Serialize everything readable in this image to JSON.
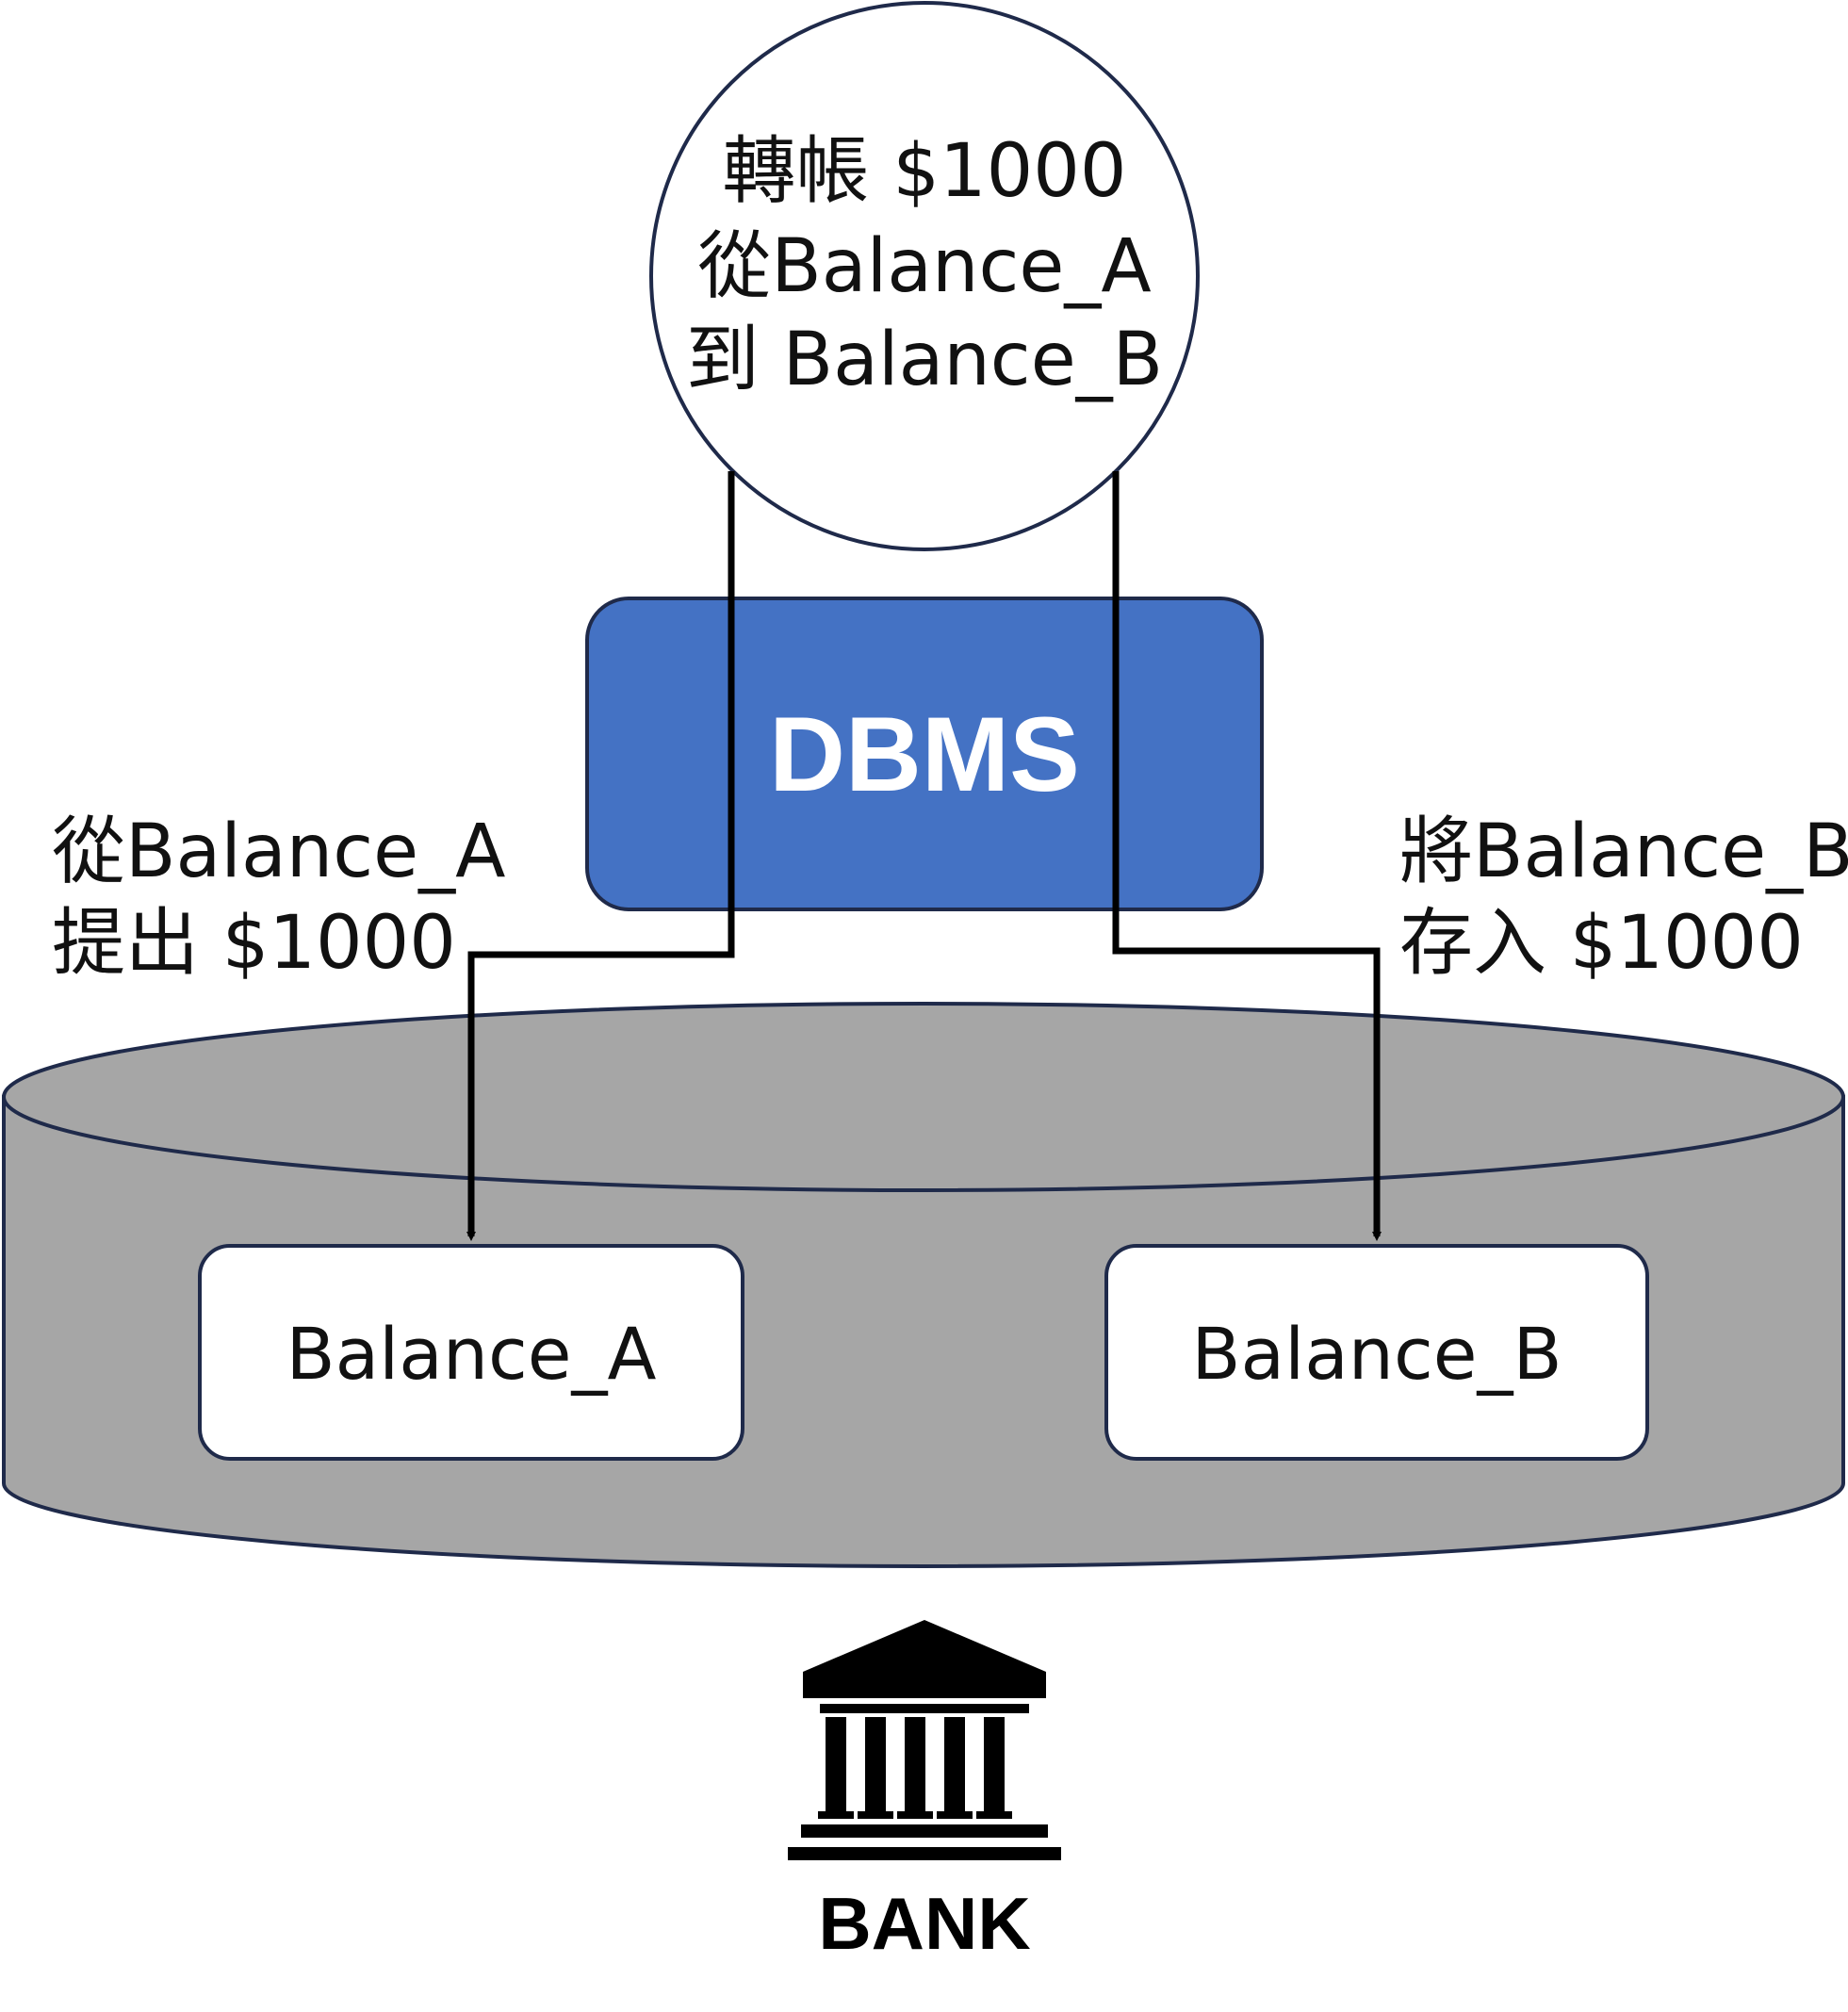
{
  "transfer_node": {
    "lines": [
      "轉帳 $1000",
      "從Balance_A",
      "到 Balance_B"
    ]
  },
  "dbms": {
    "label": "DBMS",
    "color": "#4472C4"
  },
  "left_annotation": {
    "lines": [
      "從Balance_A",
      "提出 $1000"
    ]
  },
  "right_annotation": {
    "lines": [
      "將Balance_B",
      "存入 $1000"
    ]
  },
  "database": {
    "color": "#A6A6A6",
    "border_color": "#1F2A4A"
  },
  "balance_a": {
    "label": "Balance_A"
  },
  "balance_b": {
    "label": "Balance_B"
  },
  "bank": {
    "icon": "bank-icon",
    "label": "BANK"
  }
}
